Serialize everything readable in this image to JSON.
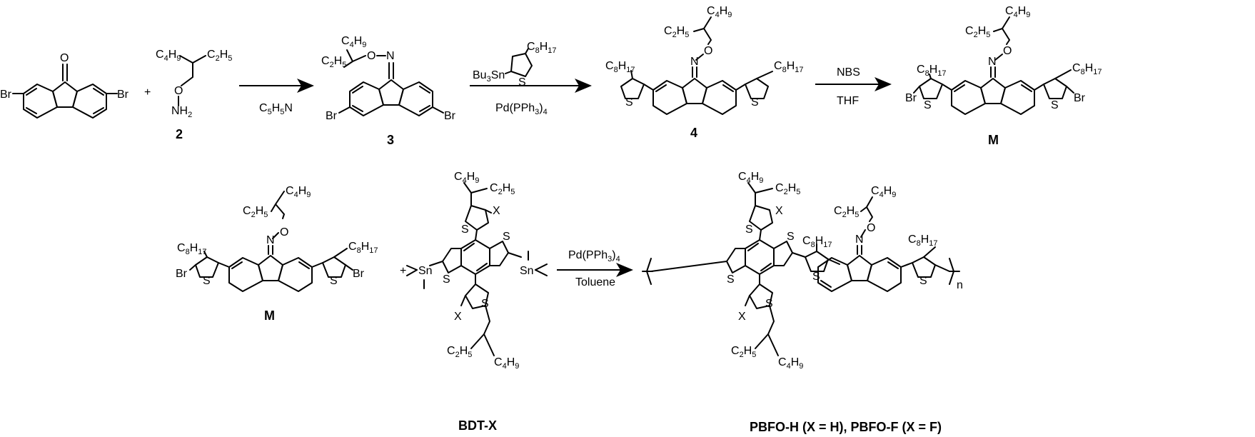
{
  "compounds": {
    "dibromofluorenone": {
      "label": "",
      "atoms": {
        "O": "O",
        "Br1": "Br",
        "Br2": "Br"
      }
    },
    "c2": {
      "label": "2",
      "atoms": {
        "C4H9": "C4H9",
        "C2H5": "C2H5",
        "O": "O",
        "NH2": "NH2"
      }
    },
    "c3": {
      "label": "3",
      "atoms": {
        "C4H9": "C4H9",
        "C2H5": "C2H5",
        "N": "N",
        "O": "O",
        "Br1": "Br",
        "Br2": "Br"
      }
    },
    "stannane": {
      "atoms": {
        "Bu3Sn": "Bu3Sn",
        "S": "S",
        "C8H17": "C8H17"
      }
    },
    "c4": {
      "label": "4",
      "atoms": {
        "C4H9": "C4H9",
        "C2H5": "C2H5",
        "N": "N",
        "O": "O",
        "C8H17a": "C8H17",
        "C8H17b": "C8H17",
        "S1": "S",
        "S2": "S"
      }
    },
    "M_top": {
      "label": "M",
      "atoms": {
        "C4H9": "C4H9",
        "C2H5": "C2H5",
        "N": "N",
        "O": "O",
        "C8H17a": "C8H17",
        "C8H17b": "C8H17",
        "Br1": "Br",
        "Br2": "Br",
        "S1": "S",
        "S2": "S"
      }
    },
    "M_bottom": {
      "label": "M"
    },
    "bdt": {
      "label": "BDT-X",
      "atoms": {
        "Sn": "Sn",
        "X": "X",
        "S": "S"
      }
    },
    "polymer": {
      "label": "PBFO-H (X = H), PBFO-F (X = F)",
      "repeat": "n"
    }
  },
  "reactions": {
    "r1": {
      "reagent": "C5H5N"
    },
    "r2": {
      "catalyst": "Pd(PPh3)4"
    },
    "r3": {
      "reagent": "NBS",
      "solvent": "THF"
    },
    "r4": {
      "catalyst": "Pd(PPh3)4",
      "solvent": "Toluene"
    }
  },
  "operators": {
    "plus": "+"
  }
}
